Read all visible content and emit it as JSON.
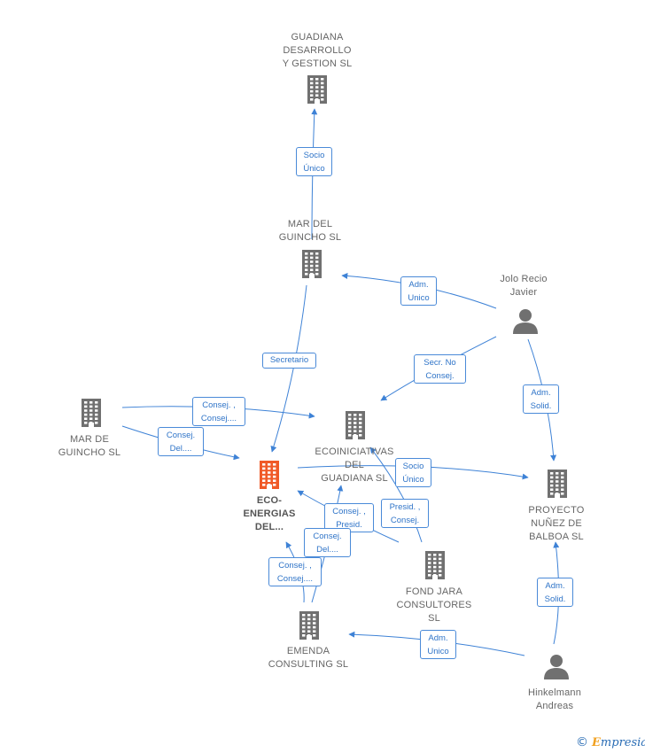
{
  "colors": {
    "company": "#707070",
    "focus": "#f05a28",
    "person": "#707070",
    "edge": "#3e82d6",
    "label_text": "#666666"
  },
  "nodes": [
    {
      "id": "guadiana-desarrollo",
      "kind": "company",
      "label": "GUADIANA\nDESARROLLO\nY GESTION  SL"
    },
    {
      "id": "mar-del-guincho",
      "kind": "company",
      "label": "MAR DEL\nGUINCHO SL"
    },
    {
      "id": "mar-de-guincho",
      "kind": "company",
      "label": "MAR DE\nGUINCHO  SL"
    },
    {
      "id": "ecoiniciativas",
      "kind": "company",
      "label": "ECOINICIATIVAS\nDEL\nGUADIANA SL"
    },
    {
      "id": "eco-energias",
      "kind": "focus",
      "label": "ECO-\nENERGIAS\nDEL..."
    },
    {
      "id": "proyecto-nunez",
      "kind": "company",
      "label": "PROYECTO\nNUÑEZ DE\nBALBOA SL"
    },
    {
      "id": "fond-jara",
      "kind": "company",
      "label": "FOND JARA\nCONSULTORES\nSL"
    },
    {
      "id": "emenda",
      "kind": "company",
      "label": "EMENDA\nCONSULTING SL"
    },
    {
      "id": "jolo-recio",
      "kind": "person",
      "label": "Jolo Recio\nJavier"
    },
    {
      "id": "hinkelmann",
      "kind": "person",
      "label": "Hinkelmann\nAndreas"
    }
  ],
  "edges": [
    {
      "id": "mdg-gd",
      "from": "mar-del-guincho",
      "to": "guadiana-desarrollo",
      "label": "Socio\nÚnico"
    },
    {
      "id": "jr-mdg",
      "from": "jolo-recio",
      "to": "mar-del-guincho",
      "label": "Adm.\nUnico"
    },
    {
      "id": "mdg-eco",
      "from": "mar-del-guincho",
      "to": "eco-energias",
      "label": "Secretario"
    },
    {
      "id": "jr-ecoin",
      "from": "jolo-recio",
      "to": "ecoiniciativas",
      "label": "Secr.  No\nConsej."
    },
    {
      "id": "jr-pn",
      "from": "jolo-recio",
      "to": "proyecto-nunez",
      "label": "Adm.\nSolid."
    },
    {
      "id": "mdeg-ecoin",
      "from": "mar-de-guincho",
      "to": "ecoiniciativas",
      "label": "Consej. ,\nConsej...."
    },
    {
      "id": "mdeg-eco",
      "from": "mar-de-guincho",
      "to": "eco-energias",
      "label": "Consej.\nDel...."
    },
    {
      "id": "eco-pn",
      "from": "eco-energias",
      "to": "proyecto-nunez",
      "label": "Socio\nÚnico"
    },
    {
      "id": "fj-eco",
      "from": "fond-jara",
      "to": "eco-energias",
      "label": "Consej. ,\nPresid."
    },
    {
      "id": "fj-ecoin",
      "from": "fond-jara",
      "to": "ecoiniciativas",
      "label": "Presid. ,\nConsej."
    },
    {
      "id": "em-ecoin",
      "from": "emenda",
      "to": "ecoiniciativas",
      "label": "Consej.\nDel...."
    },
    {
      "id": "em-eco",
      "from": "emenda",
      "to": "eco-energias",
      "label": "Consej. ,\nConsej...."
    },
    {
      "id": "hk-pn",
      "from": "hinkelmann",
      "to": "proyecto-nunez",
      "label": "Adm.\nSolid."
    },
    {
      "id": "hk-em",
      "from": "hinkelmann",
      "to": "emenda",
      "label": "Adm.\nUnico"
    }
  ],
  "footer": {
    "copyright_symbol": "©",
    "brand_first": "E",
    "brand_rest": "mpresia"
  }
}
